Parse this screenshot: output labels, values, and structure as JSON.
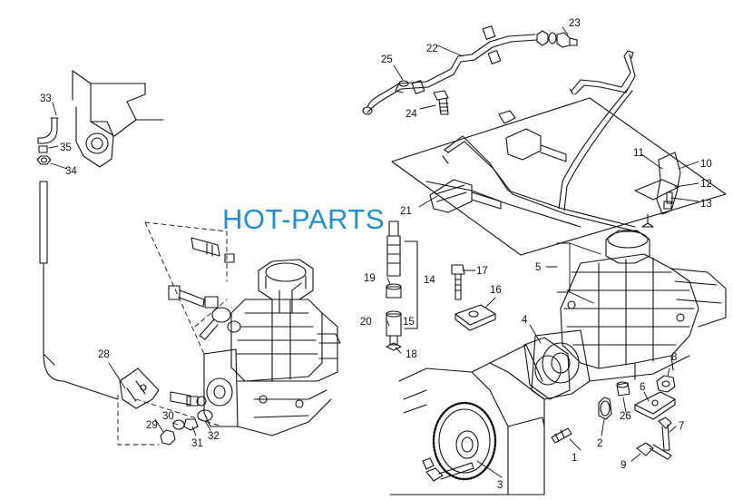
{
  "watermark": "HOT-PARTS",
  "callouts": [
    "1",
    "2",
    "3",
    "4",
    "5",
    "6",
    "7",
    "8",
    "9",
    "10",
    "11",
    "12",
    "13",
    "14",
    "15",
    "16",
    "17",
    "18",
    "19",
    "20",
    "21",
    "22",
    "23",
    "24",
    "25",
    "26",
    "28",
    "29",
    "30",
    "31",
    "32",
    "33",
    "34",
    "35"
  ]
}
